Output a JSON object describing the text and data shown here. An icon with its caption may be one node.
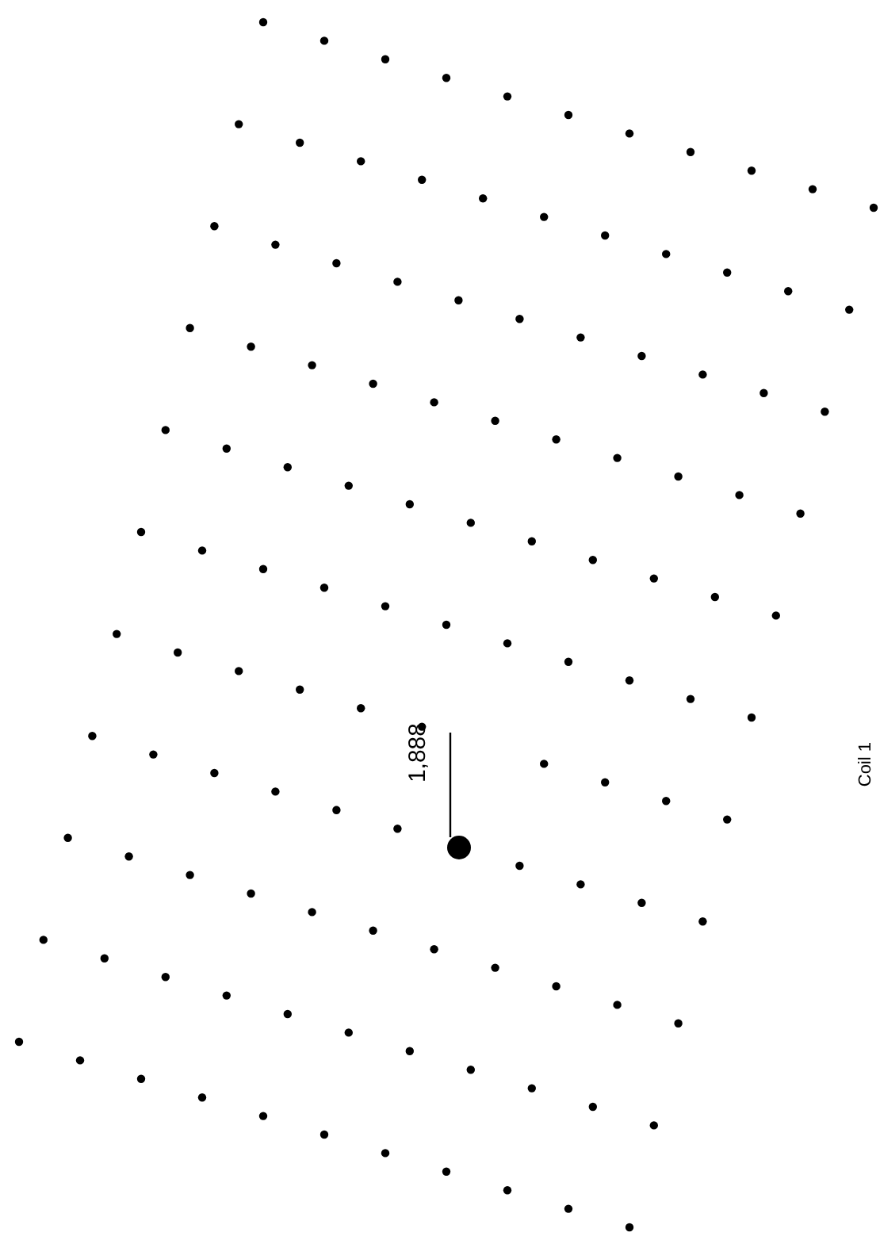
{
  "diagram": {
    "nodes": [
      {
        "text": [
          "1,888"
        ]
      },
      {
        "text": [],
        "shape": "circle"
      }
    ],
    "edges": [
      {
        "from": 0,
        "to": 1,
        "arrow": "none"
      }
    ],
    "labels": [
      "Coil 1"
    ]
  }
}
